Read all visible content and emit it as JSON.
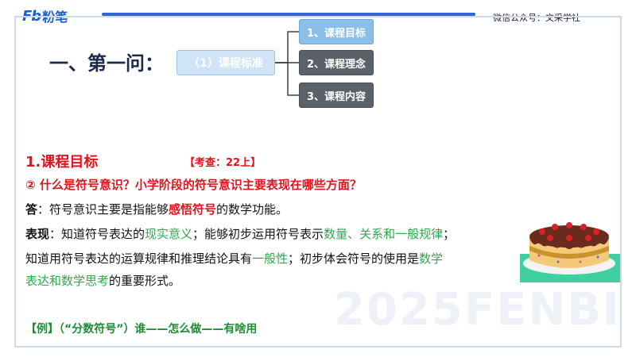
{
  "header": {
    "logo_mark": "Fb",
    "logo_text": "粉笔",
    "wechat": "微信公众号：文采学社"
  },
  "section_title": "一、第一问：",
  "mindmap": {
    "root": "（1）课程标准",
    "children": [
      {
        "label": "1、课程目标",
        "state": "active"
      },
      {
        "label": "2、课程理念",
        "state": "inactive"
      },
      {
        "label": "3、课程内容",
        "state": "inactive"
      }
    ]
  },
  "content": {
    "heading": "1.课程目标",
    "exam_tag": "【考查：22上】",
    "question": "② 什么是符号意识？小学阶段的符号意识主要表现在哪些方面？",
    "answer_label": "答",
    "answer_text_1": "：符号意识主要是指能够",
    "answer_highlight": "感悟符号",
    "answer_text_2": "的数学功能。",
    "perf_label": "表现",
    "perf_1": "：知道符号表达的",
    "perf_g1": "现实意义",
    "perf_2": "；能够初步运用符号表示",
    "perf_g2": "数量、关系和一般规律",
    "perf_3": "；",
    "perf_4": "知道用符号表达的运算规律和推理结论具有",
    "perf_g3": "一般性",
    "perf_5": "；初步体会符号的使用是",
    "perf_g4": "数学",
    "perf_g5": "表达和数学思考",
    "perf_6": "的重要形式。",
    "example": "【例】（“分数符号”）谁——怎么做——有啥用"
  },
  "watermark": "2025FENBI",
  "colors": {
    "accent_red": "#e0141e",
    "accent_green": "#2fa84f",
    "brand_blue": "#1a5dcc",
    "node_active": "#8bbfe8",
    "node_inactive": "#5b6168"
  }
}
